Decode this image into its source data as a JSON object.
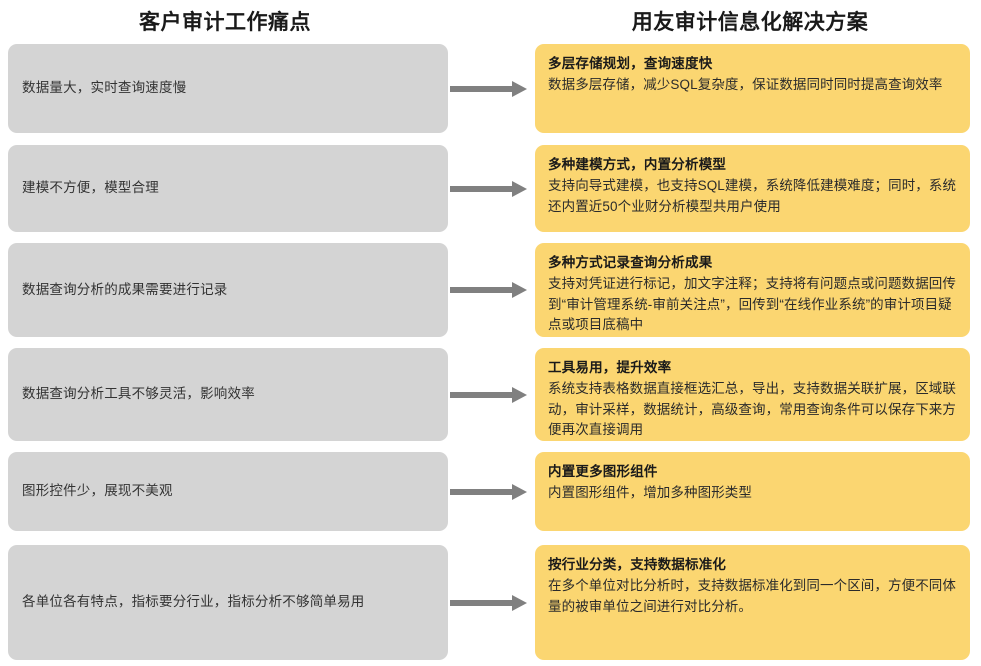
{
  "headers": {
    "left": "客户审计工作痛点",
    "right": "用友审计信息化解决方案"
  },
  "colors": {
    "pain_box": "#d4d4d4",
    "solution_box": "#fbd671",
    "arrow": "#808080",
    "title_text": "#1a1a1a",
    "background": "#ffffff"
  },
  "rows": [
    {
      "pain": "数据量大，实时查询速度慢",
      "solution_title": "多层存储规划，查询速度快",
      "solution_desc": "数据多层存储，减少SQL复杂度，保证数据同时同时提高查询效率",
      "arrow": "right-arrow-icon"
    },
    {
      "pain": "建模不方便，模型合理",
      "solution_title": "多种建模方式，内置分析模型",
      "solution_desc": "支持向导式建模，也支持SQL建模，系统降低建模难度；同时，系统还内置近50个业财分析模型共用户使用",
      "arrow": "right-arrow-icon"
    },
    {
      "pain": "数据查询分析的成果需要进行记录",
      "solution_title": "多种方式记录查询分析成果",
      "solution_desc": "支持对凭证进行标记，加文字注释；支持将有问题点或问题数据回传到“审计管理系统-审前关注点”，回传到“在线作业系统”的审计项目疑点或项目底稿中",
      "arrow": "right-arrow-icon"
    },
    {
      "pain": "数据查询分析工具不够灵活，影响效率",
      "solution_title": "工具易用，提升效率",
      "solution_desc": "系统支持表格数据直接框选汇总，导出，支持数据关联扩展，区域联动，审计采样，数据统计，高级查询，常用查询条件可以保存下来方便再次直接调用",
      "arrow": "right-arrow-icon"
    },
    {
      "pain": "图形控件少，展现不美观",
      "solution_title": "内置更多图形组件",
      "solution_desc": "内置图形组件，增加多种图形类型",
      "arrow": "right-arrow-icon"
    },
    {
      "pain": "各单位各有特点，指标要分行业，指标分析不够简单易用",
      "solution_title": "按行业分类，支持数据标准化",
      "solution_desc": "在多个单位对比分析时，支持数据标准化到同一个区间，方便不同体量的被审单位之间进行对比分析。",
      "arrow": "right-arrow-icon"
    }
  ],
  "geometry": {
    "row_tops": [
      44,
      145,
      243,
      348,
      452,
      545
    ],
    "row_bottoms": [
      133,
      232,
      337,
      441,
      531,
      660
    ]
  }
}
